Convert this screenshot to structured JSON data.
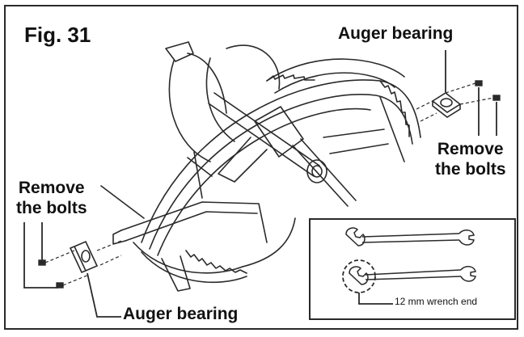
{
  "figure": {
    "number_label": "Fig. 31"
  },
  "callouts": {
    "auger_bearing_top": "Auger bearing",
    "remove_bolts_right_line1": "Remove",
    "remove_bolts_right_line2": "the bolts",
    "remove_bolts_left_line1": "Remove",
    "remove_bolts_left_line2": "the bolts",
    "auger_bearing_bottom": "Auger bearing"
  },
  "inset": {
    "wrench_end_label": "12 mm wrench end"
  },
  "colors": {
    "line": "#2a2a2a",
    "background": "#ffffff"
  },
  "icons": [
    "auger-assembly-drawing",
    "bearing-flange-icon",
    "bolt-icon",
    "wrench-icon",
    "dashed-circle-highlight"
  ]
}
